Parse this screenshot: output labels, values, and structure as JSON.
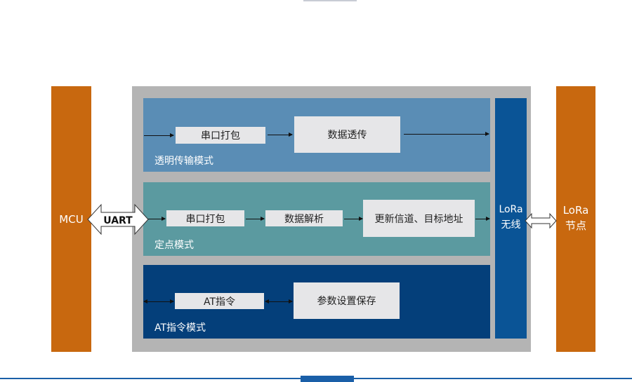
{
  "mcu": "MCU",
  "uart": "UART",
  "lora_wireless": [
    "LoRa",
    "无线"
  ],
  "lora_node": [
    "LoRa",
    "节点"
  ],
  "transparent_mode": {
    "label": "透明传输模式",
    "step1": "串口打包",
    "step2": "数据透传"
  },
  "fixed_mode": {
    "label": "定点模式",
    "step1": "串口打包",
    "step2": "数据解析",
    "step3": "更新信道、目标地址"
  },
  "at_mode": {
    "label": "AT指令模式",
    "step1": "AT指令",
    "step2": "参数设置保存"
  },
  "colors": {
    "orange": "#c8680f",
    "gray": "#b4b4b4",
    "panel1": "#5a8db5",
    "panel2": "#5b9aa0",
    "panel3": "#043f7a",
    "lora": "#0a5496"
  }
}
